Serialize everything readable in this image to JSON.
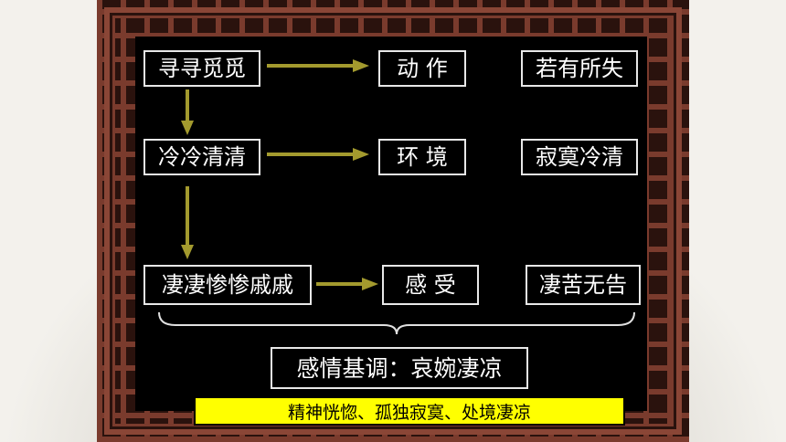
{
  "rows": [
    {
      "left": "寻寻觅觅",
      "mid": "动 作",
      "right": "若有所失"
    },
    {
      "left": "冷冷清清",
      "mid": "环 境",
      "right": "寂寞冷清"
    },
    {
      "left": "凄凄惨惨戚戚",
      "mid": "感 受",
      "right": "凄苦无告"
    }
  ],
  "summary": "感情基调：哀婉凄凉",
  "footer": "精神恍惚、孤独寂寞、处境凄凉",
  "colors": {
    "arrow": "#a39a2e",
    "frame": "#7a3b2d",
    "highlight": "#ffff00"
  }
}
